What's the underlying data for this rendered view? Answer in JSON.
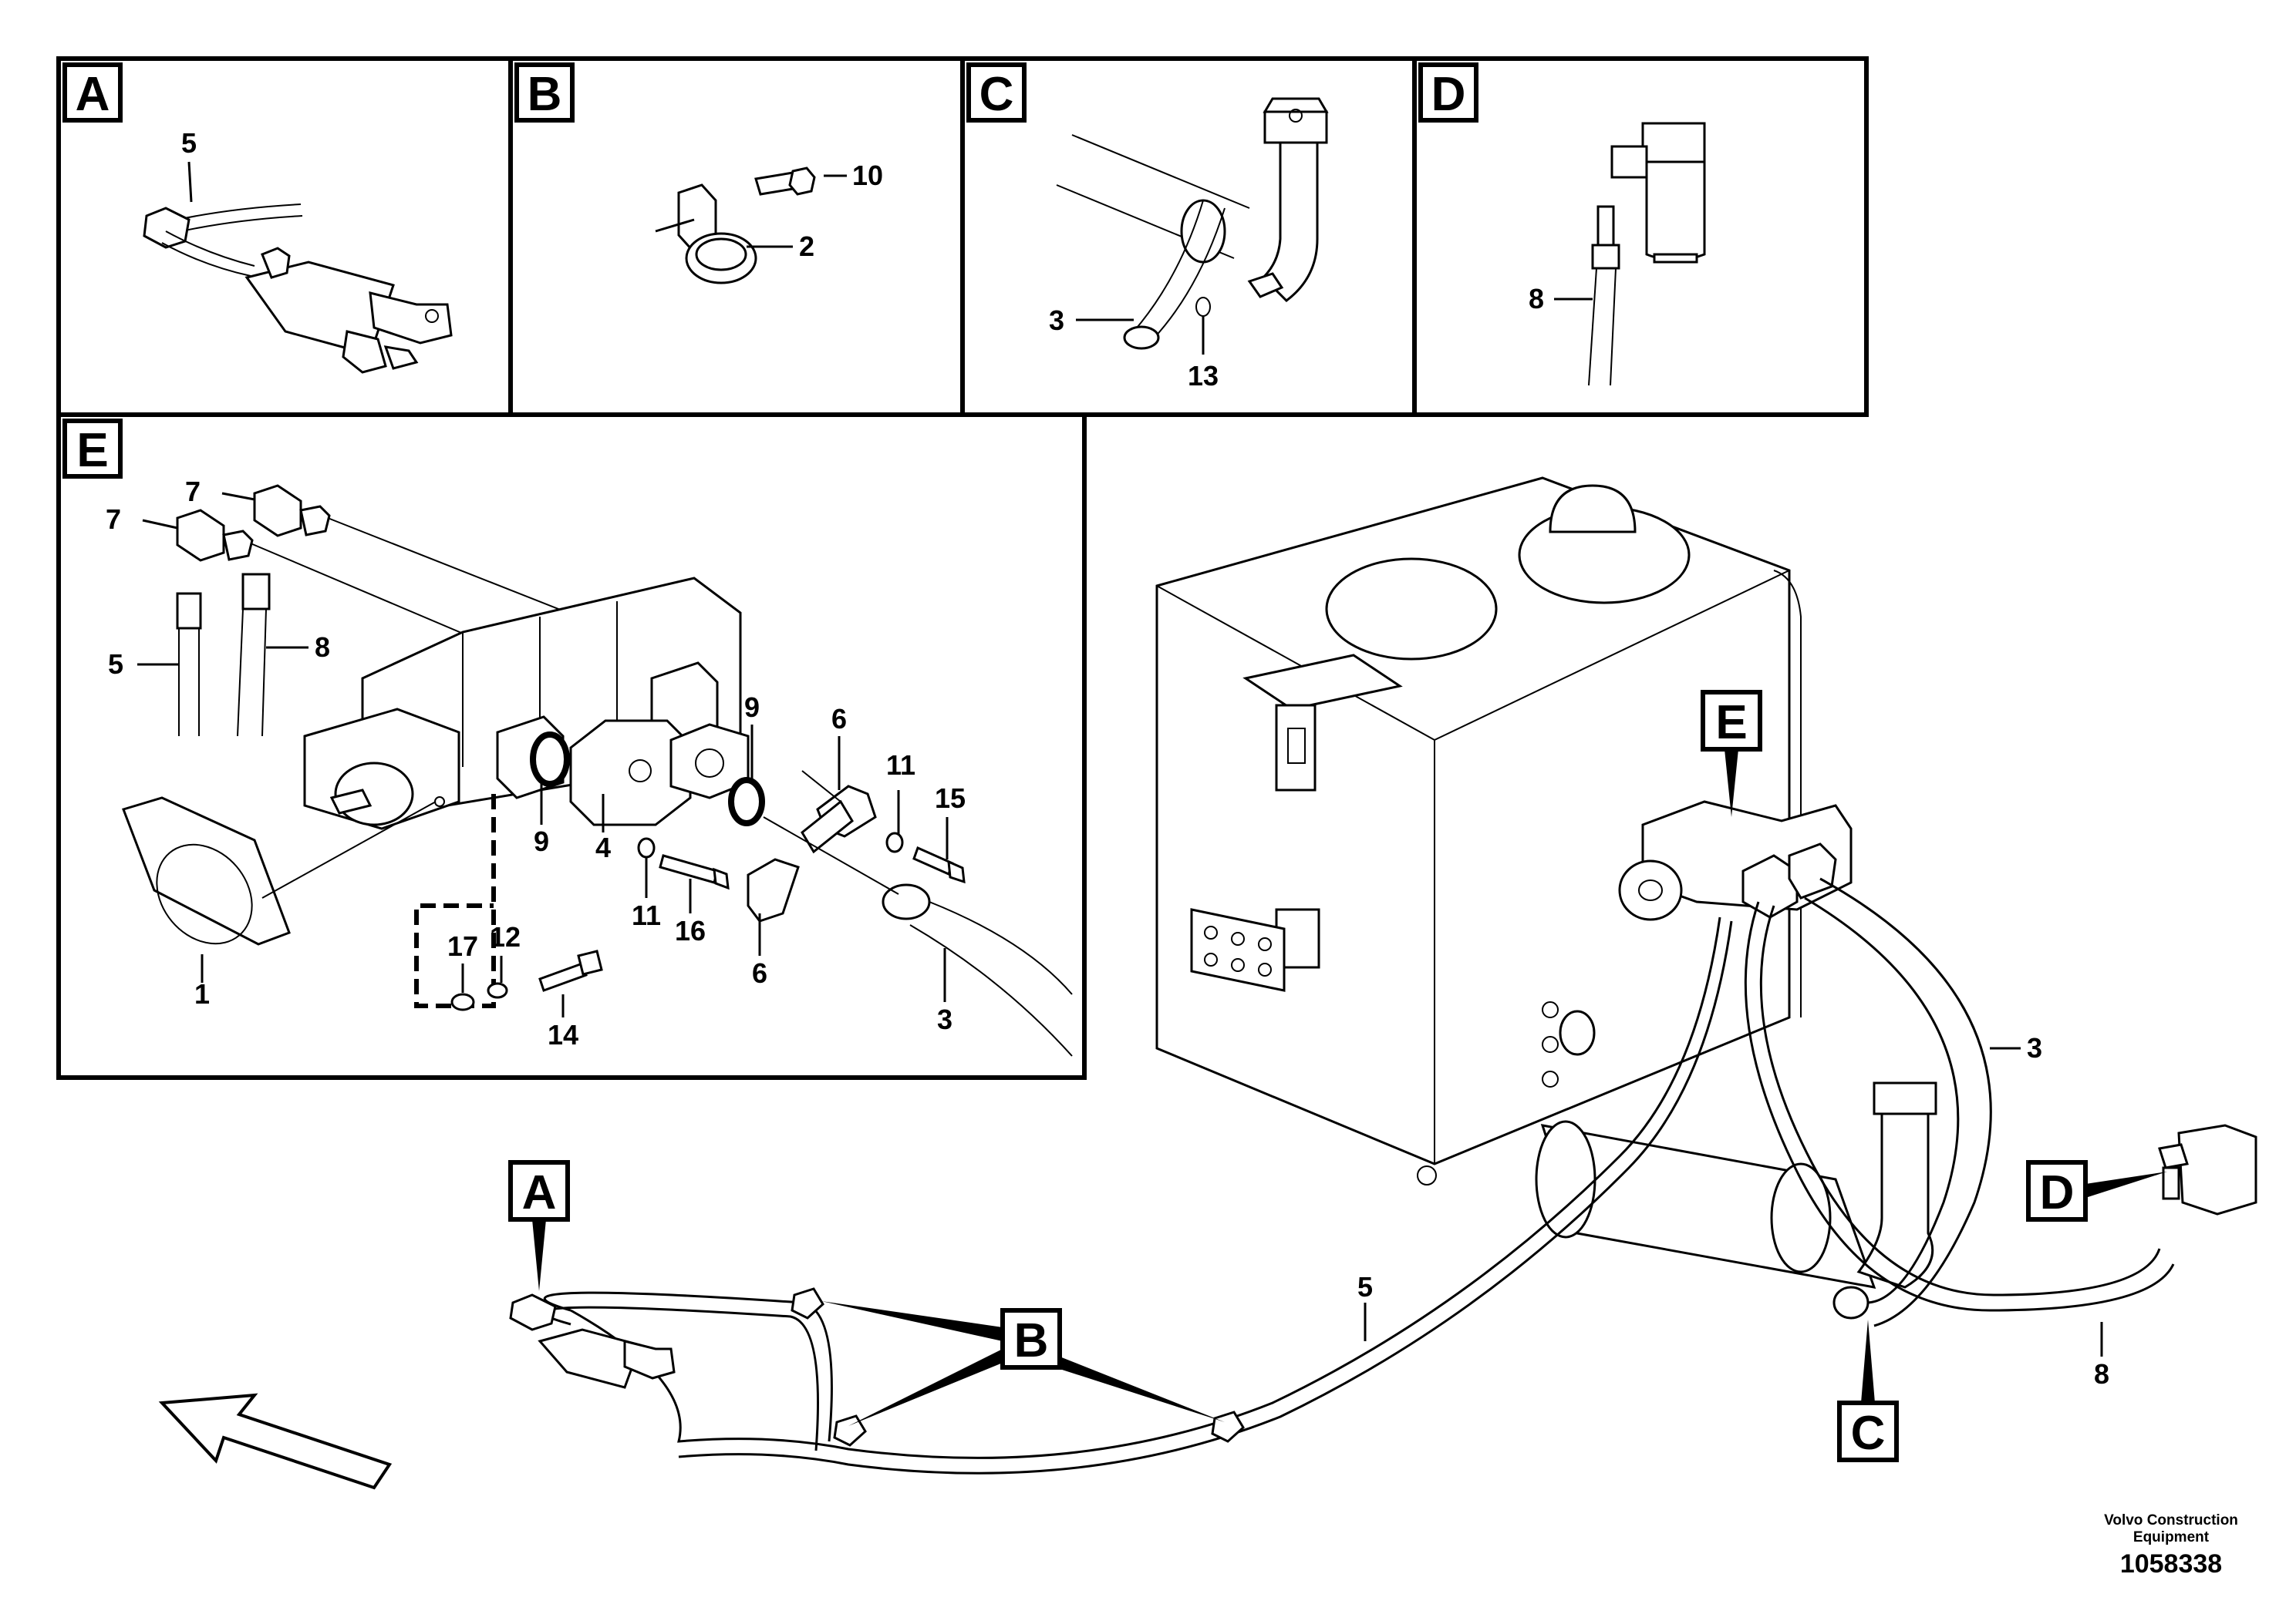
{
  "panels": {
    "a": {
      "tag": "A",
      "callouts": [
        "5"
      ]
    },
    "b": {
      "tag": "B",
      "callouts": [
        "10",
        "2"
      ]
    },
    "c": {
      "tag": "C",
      "callouts": [
        "3",
        "13"
      ]
    },
    "d": {
      "tag": "D",
      "callouts": [
        "8"
      ]
    },
    "e": {
      "tag": "E",
      "callouts": [
        "7",
        "7",
        "5",
        "8",
        "9",
        "9",
        "6",
        "11",
        "15",
        "1",
        "17",
        "12",
        "14",
        "4",
        "11",
        "16",
        "6",
        "3"
      ]
    }
  },
  "overview": {
    "tags": [
      "E",
      "A",
      "B",
      "C",
      "D"
    ],
    "callouts": [
      "3",
      "5",
      "8"
    ]
  },
  "footer": {
    "company": "Volvo Construction Equipment",
    "drawing_number": "1058338"
  }
}
